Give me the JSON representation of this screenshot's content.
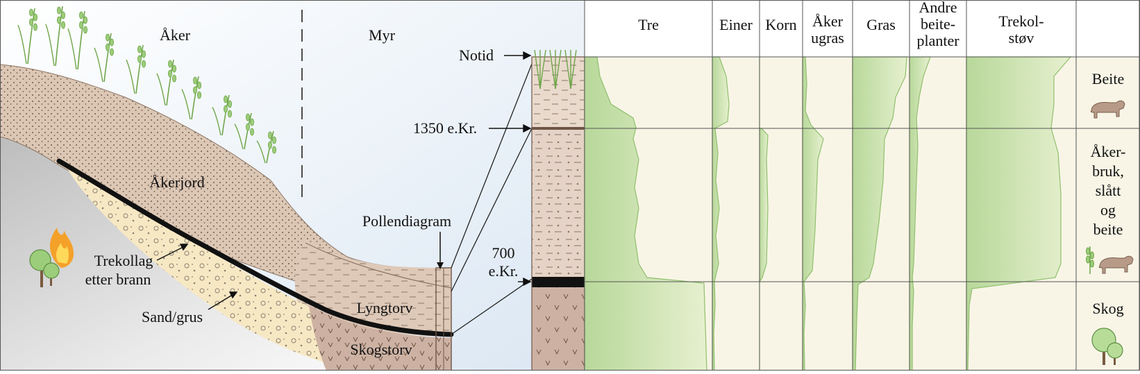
{
  "cross_section": {
    "zone_left": "Åker",
    "zone_right": "Myr",
    "layer_topsoil": "Åkerjord",
    "layer_charcoal": [
      "Trekollag",
      "etter brann"
    ],
    "layer_sand": "Sand/grus",
    "layer_heath_peat": "Lyngtorv",
    "layer_forest_peat": "Skogstorv",
    "pollen_label": "Pollendiagram"
  },
  "core_labels": {
    "top": "Notid",
    "mid": "1350 e.Kr.",
    "low": [
      "700",
      "e.Kr."
    ]
  },
  "pollen_columns": [
    {
      "name": "tree",
      "label": [
        "Tre"
      ]
    },
    {
      "name": "juniper",
      "label": [
        "Einer"
      ]
    },
    {
      "name": "cereal",
      "label": [
        "Korn"
      ]
    },
    {
      "name": "weeds",
      "label": [
        "Åker",
        "ugras"
      ]
    },
    {
      "name": "grass",
      "label": [
        "Gras"
      ]
    },
    {
      "name": "pasture",
      "label": [
        "Andre",
        "beite-",
        "planter"
      ]
    },
    {
      "name": "charcoal",
      "label": [
        "Trekol-",
        "støv"
      ]
    }
  ],
  "phases": [
    {
      "name": "grazing",
      "label": [
        "Beite"
      ]
    },
    {
      "name": "farming",
      "label": [
        "Åker-",
        "bruk,",
        "slått",
        "og",
        "beite"
      ]
    },
    {
      "name": "forest",
      "label": [
        "Skog"
      ]
    }
  ],
  "colors": {
    "sky": "#e6eef7",
    "topsoil": "#dcc7b5",
    "charcoal": "#111111",
    "sand": "#f7e8c4",
    "peat": "#cdb2a3",
    "panel_bg": "#f8f5e6",
    "curve_fill": "#a5cc85",
    "plant": "#6fa64a"
  }
}
